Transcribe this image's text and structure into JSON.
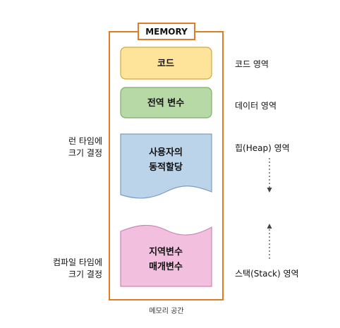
{
  "memory": {
    "title": "MEMORY",
    "caption": "메모리 공간"
  },
  "blocks": {
    "code": {
      "label": "코드",
      "fill": "#fde49a",
      "stroke": "#d2a93a"
    },
    "data": {
      "label": "전역 변수",
      "fill": "#b6d9a6",
      "stroke": "#7fae68"
    },
    "heap": {
      "line1": "사용자의",
      "line2": "동적할당",
      "fill": "#bcd4ea",
      "stroke": "#7e9dc2"
    },
    "stack": {
      "line1": "지역변수",
      "line2": "매개변수",
      "fill": "#f3bfdf",
      "stroke": "#c987b2"
    }
  },
  "regions": {
    "code": "코드 영역",
    "data": "데이터 영역",
    "heap": "힙(Heap) 영역",
    "stack": "스택(Stack) 영역"
  },
  "left_notes": {
    "runtime_line1": "런 타임에",
    "runtime_line2": "크기 결정",
    "compile_line1": "컴파일 타임에",
    "compile_line2": "크기 결정"
  },
  "colors": {
    "frame": "#e07b26",
    "arrow": "#444444"
  }
}
